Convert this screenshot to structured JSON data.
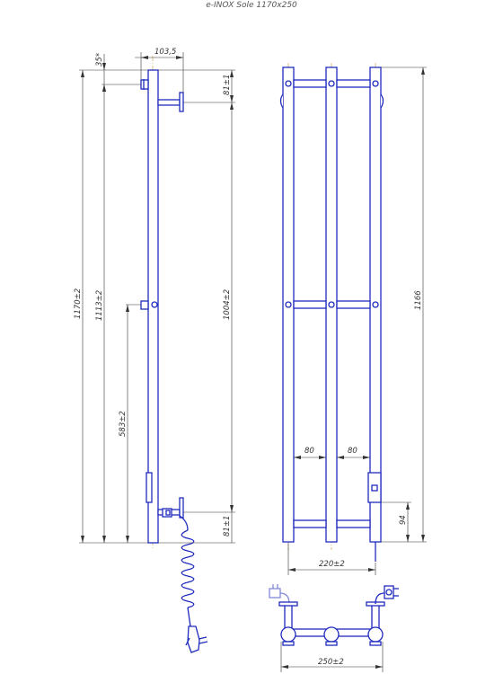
{
  "title": "e-INOX Sole 1170x250",
  "dimensions": {
    "top_offset": "35*",
    "side_depth": "103,5",
    "total_height": "1170±2",
    "upper_mount_height": "1113±2",
    "lower_mount_height": "583±2",
    "mount_spacing": "1004±2",
    "upper_offset": "81±1",
    "lower_offset": "81±1",
    "rail_height": "1166",
    "rail_gap_left": "80",
    "rail_gap_right": "80",
    "heater_box_height": "94",
    "center_distance": "220±2",
    "overall_width": "250±2"
  },
  "colors": {
    "outline": "#1f2bbd",
    "dimension": "#333333",
    "centerline": "#c89a3a"
  }
}
